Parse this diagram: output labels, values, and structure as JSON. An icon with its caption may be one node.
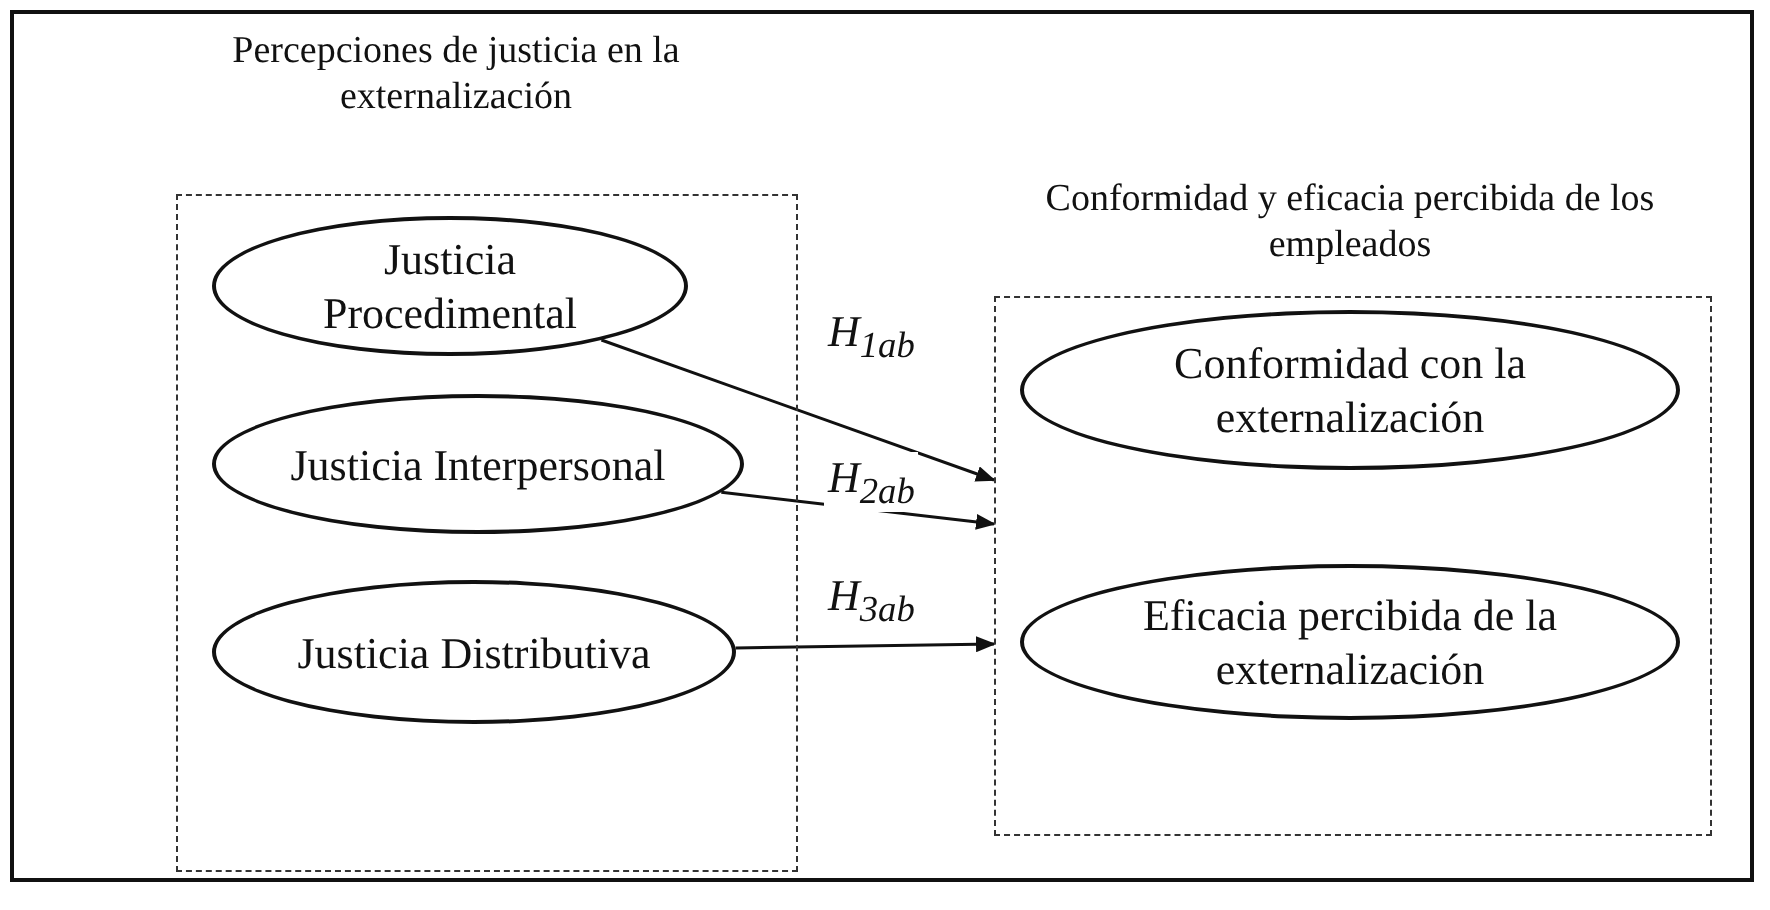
{
  "diagram": {
    "nodes": [
      {
        "text": [
          "Percepciones de justicia en la externalización"
        ]
      },
      {
        "text": [
          "Justicia Procedimental"
        ],
        "in": 0
      },
      {
        "text": [
          "Justicia Interpersonal"
        ],
        "in": 0
      },
      {
        "text": [
          "Justicia Distributiva"
        ],
        "in": 0
      },
      {
        "text": [
          "Conformidad y eficacia percibida de los empleados"
        ]
      },
      {
        "text": [
          "Conformidad con la externalización"
        ],
        "in": 4
      },
      {
        "text": [
          "Eficacia percibida de la externalización"
        ],
        "in": 4
      }
    ],
    "edges": [
      {
        "from": 1,
        "to": 4,
        "arrow": "to",
        "label": "H$_{1ab}$"
      },
      {
        "from": 2,
        "to": 4,
        "arrow": "to",
        "label": "H$_{2ab}$"
      },
      {
        "from": 3,
        "to": 4,
        "arrow": "to",
        "label": "H$_{3ab}$"
      }
    ]
  }
}
